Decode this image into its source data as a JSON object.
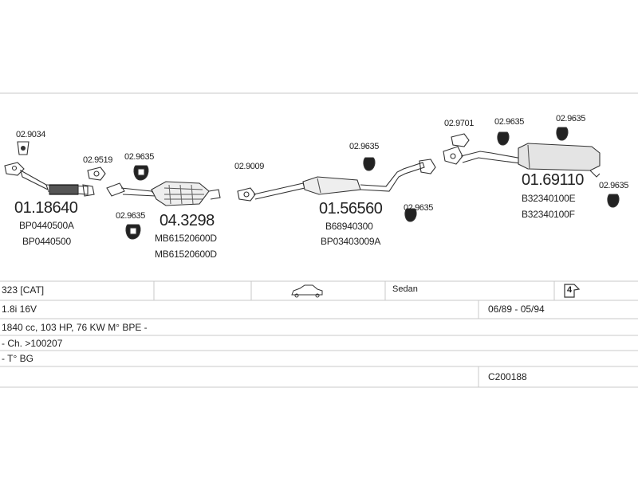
{
  "parts": [
    {
      "code": "02.9034"
    },
    {
      "code": "01.18640",
      "oem": [
        "BP0440500A",
        "BP0440500"
      ]
    },
    {
      "code": "02.9519"
    },
    {
      "code": "02.9635"
    },
    {
      "code": "02.9635"
    },
    {
      "code": "04.3298",
      "oem": [
        "MB61520600D",
        "MB61520600D"
      ]
    },
    {
      "code": "02.9009"
    },
    {
      "code": "02.9635"
    },
    {
      "code": "01.56560",
      "oem": [
        "B68940300",
        "BP03403009A"
      ]
    },
    {
      "code": "02.9635"
    },
    {
      "code": "02.9701"
    },
    {
      "code": "02.9635"
    },
    {
      "code": "02.9635"
    },
    {
      "code": "01.69110",
      "oem": [
        "B32340100E",
        "B32340100F"
      ]
    },
    {
      "code": "02.9635"
    }
  ],
  "vehicle": {
    "model": "323  [CAT]",
    "body": "Sedan",
    "engine": "1.8i 16V",
    "period": "06/89 - 05/94",
    "spec": "1840 cc, 103 HP, 76 KW M° BPE -",
    "chassis": "- Ch. >100207",
    "note": "- T° BG",
    "code": "C200188"
  },
  "icons": {
    "car": "car-sedan-icon",
    "door": "door-count-icon",
    "door_count": "4"
  }
}
